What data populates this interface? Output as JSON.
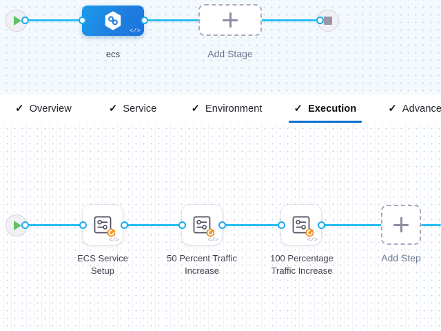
{
  "stage_canvas": {
    "start_node": {
      "icon": "play-icon",
      "name": "pipeline-start"
    },
    "end_node": {
      "icon": "stop-icon",
      "name": "pipeline-end"
    },
    "stage": {
      "label": "ecs",
      "icon": "harness-hexagon-icon",
      "code_mark": "</>"
    },
    "add_stage": {
      "label": "Add Stage",
      "icon": "plus-icon"
    }
  },
  "tabs": [
    {
      "label": "Overview",
      "tick": "✓",
      "active": false
    },
    {
      "label": "Service",
      "tick": "✓",
      "active": false
    },
    {
      "label": "Environment",
      "tick": "✓",
      "active": false
    },
    {
      "label": "Execution",
      "tick": "✓",
      "active": true
    },
    {
      "label": "Advanced",
      "tick": "✓",
      "active": false
    }
  ],
  "execution_canvas": {
    "start_node": {
      "icon": "play-icon",
      "name": "execution-start"
    },
    "steps": [
      {
        "label": "ECS Service Setup",
        "icon": "ecs-step-icon",
        "badge": "aws-ecs-badge",
        "code_mark": "</>"
      },
      {
        "label": "50 Percent Traffic Increase",
        "icon": "ecs-step-icon",
        "badge": "aws-ecs-badge",
        "code_mark": "</>"
      },
      {
        "label": "100 Percentage Traffic Increase",
        "icon": "ecs-step-icon",
        "badge": "aws-ecs-badge",
        "code_mark": "</>"
      }
    ],
    "add_step": {
      "label": "Add Step",
      "icon": "plus-icon"
    }
  },
  "colors": {
    "connector": "#27bdf4",
    "connector_ring": "#1aa9ef",
    "stage_blue": "#1f7fe0",
    "active_tab_underline": "#0b70d1",
    "ecs_badge_orange": "#f0962a",
    "play_green": "#5dc26a",
    "stop_gray": "#9797a5",
    "stage_canvas_bg": "#f3f9fd",
    "exec_canvas_bg": "#ffffff"
  }
}
